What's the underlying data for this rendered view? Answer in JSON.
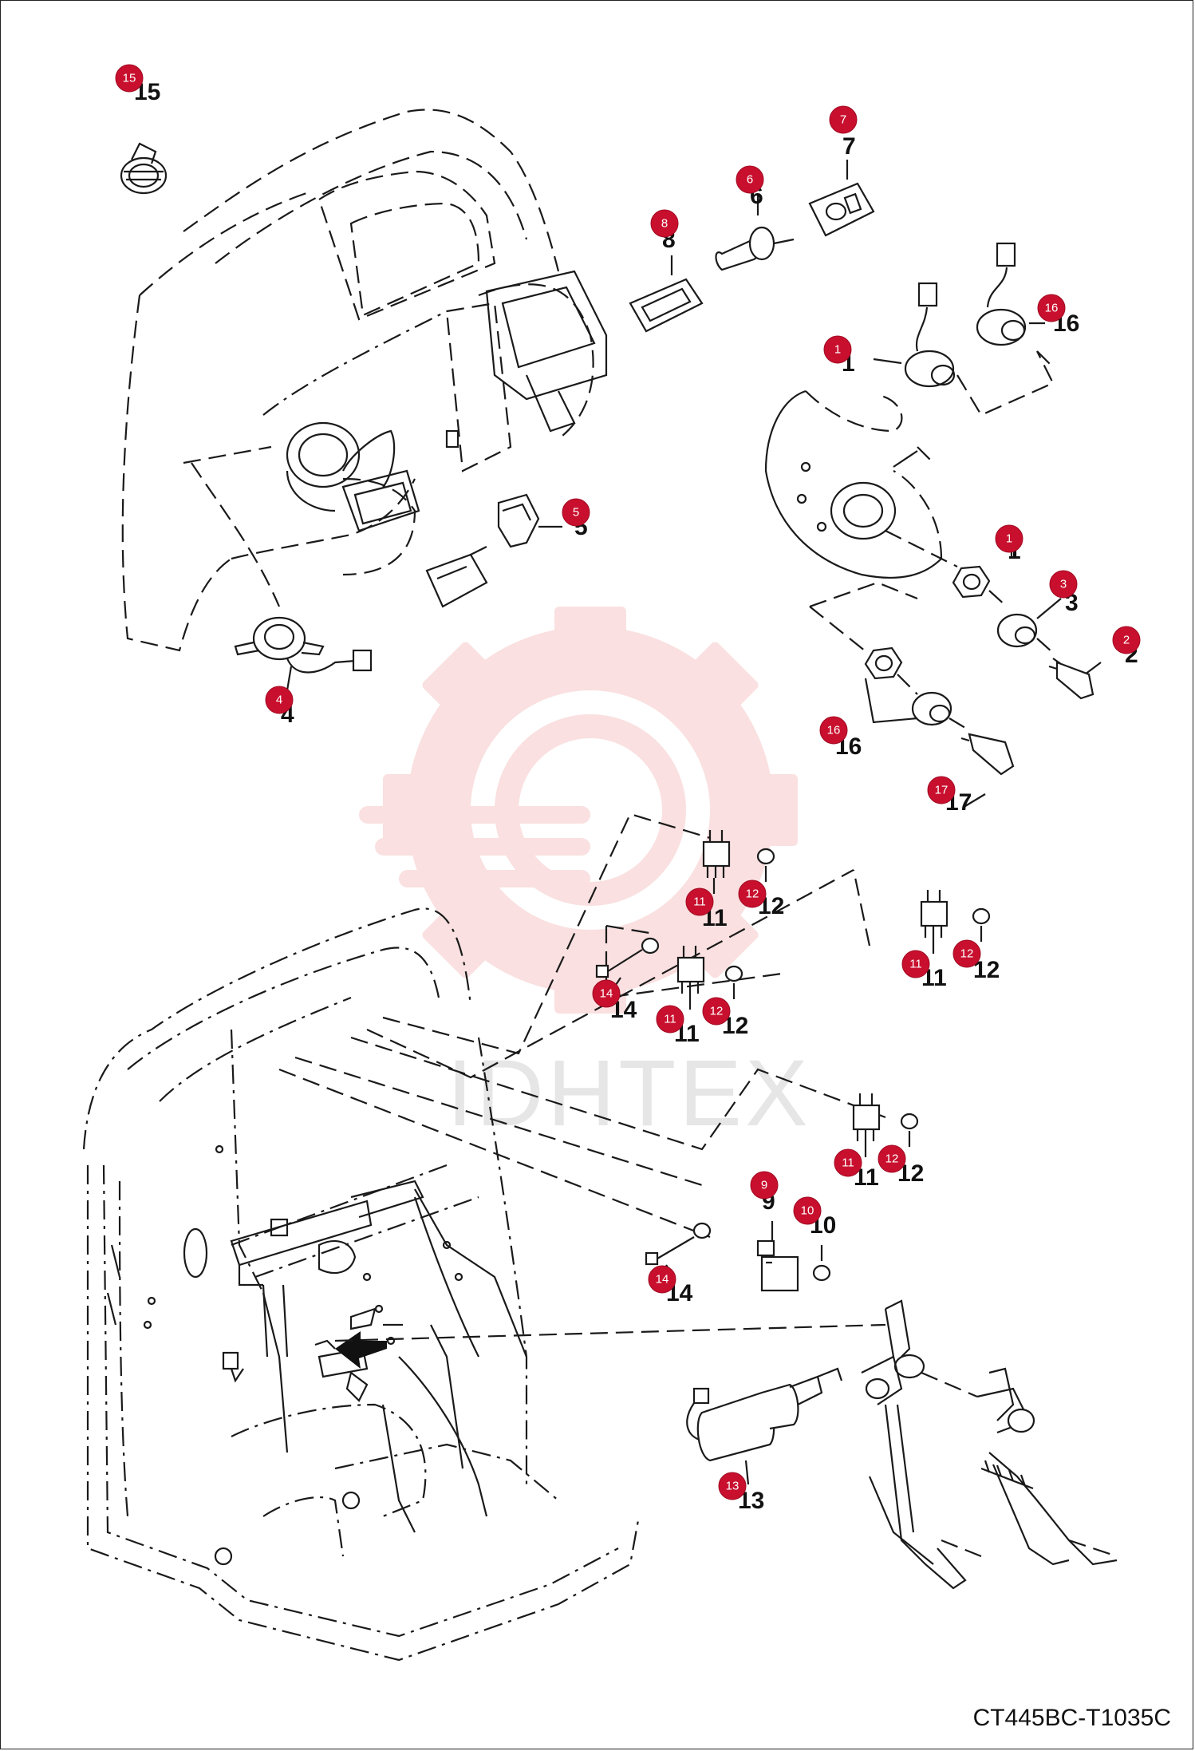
{
  "diagram": {
    "code": "CT445BC-T1035C",
    "watermark": "IDHTEX",
    "colors": {
      "badge": "#c8102e",
      "badge_text": "#ffffff",
      "line": "#1a1a1a",
      "watermark": "#f2a9a9"
    },
    "callouts": [
      {
        "id": "c15",
        "num": "15"
      },
      {
        "id": "c7",
        "num": "7"
      },
      {
        "id": "c6",
        "num": "6"
      },
      {
        "id": "c8",
        "num": "8"
      },
      {
        "id": "c16a",
        "num": "16"
      },
      {
        "id": "c1a",
        "num": "1"
      },
      {
        "id": "c5",
        "num": "5"
      },
      {
        "id": "c1b",
        "num": "1"
      },
      {
        "id": "c3",
        "num": "3"
      },
      {
        "id": "c2",
        "num": "2"
      },
      {
        "id": "c4",
        "num": "4"
      },
      {
        "id": "c16b",
        "num": "16"
      },
      {
        "id": "c17",
        "num": "17"
      },
      {
        "id": "c11a",
        "num": "11"
      },
      {
        "id": "c12a",
        "num": "12"
      },
      {
        "id": "c11b",
        "num": "11"
      },
      {
        "id": "c12b",
        "num": "12"
      },
      {
        "id": "c14a",
        "num": "14"
      },
      {
        "id": "c11c",
        "num": "11"
      },
      {
        "id": "c12c",
        "num": "12"
      },
      {
        "id": "c11d",
        "num": "11"
      },
      {
        "id": "c12d",
        "num": "12"
      },
      {
        "id": "c9",
        "num": "9"
      },
      {
        "id": "c10",
        "num": "10"
      },
      {
        "id": "c14b",
        "num": "14"
      },
      {
        "id": "c13",
        "num": "13"
      }
    ]
  }
}
